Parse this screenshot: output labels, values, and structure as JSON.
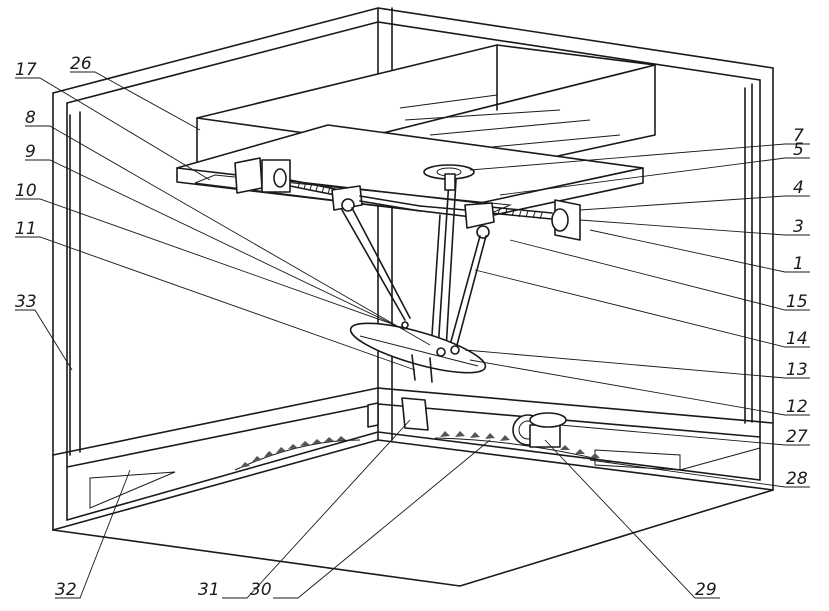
{
  "labels": {
    "l1": "1",
    "l3": "3",
    "l4": "4",
    "l5": "5",
    "l7": "7",
    "l8": "8",
    "l9": "9",
    "l10": "10",
    "l11": "11",
    "l12": "12",
    "l13": "13",
    "l14": "14",
    "l15": "15",
    "l17": "17",
    "l26": "26",
    "l27": "27",
    "l28": "28",
    "l29": "29",
    "l30": "30",
    "l31": "31",
    "l32": "32",
    "l33": "33"
  },
  "colors": {
    "line": "#1a1a1a",
    "background": "#ffffff",
    "teeth": "#555555"
  }
}
